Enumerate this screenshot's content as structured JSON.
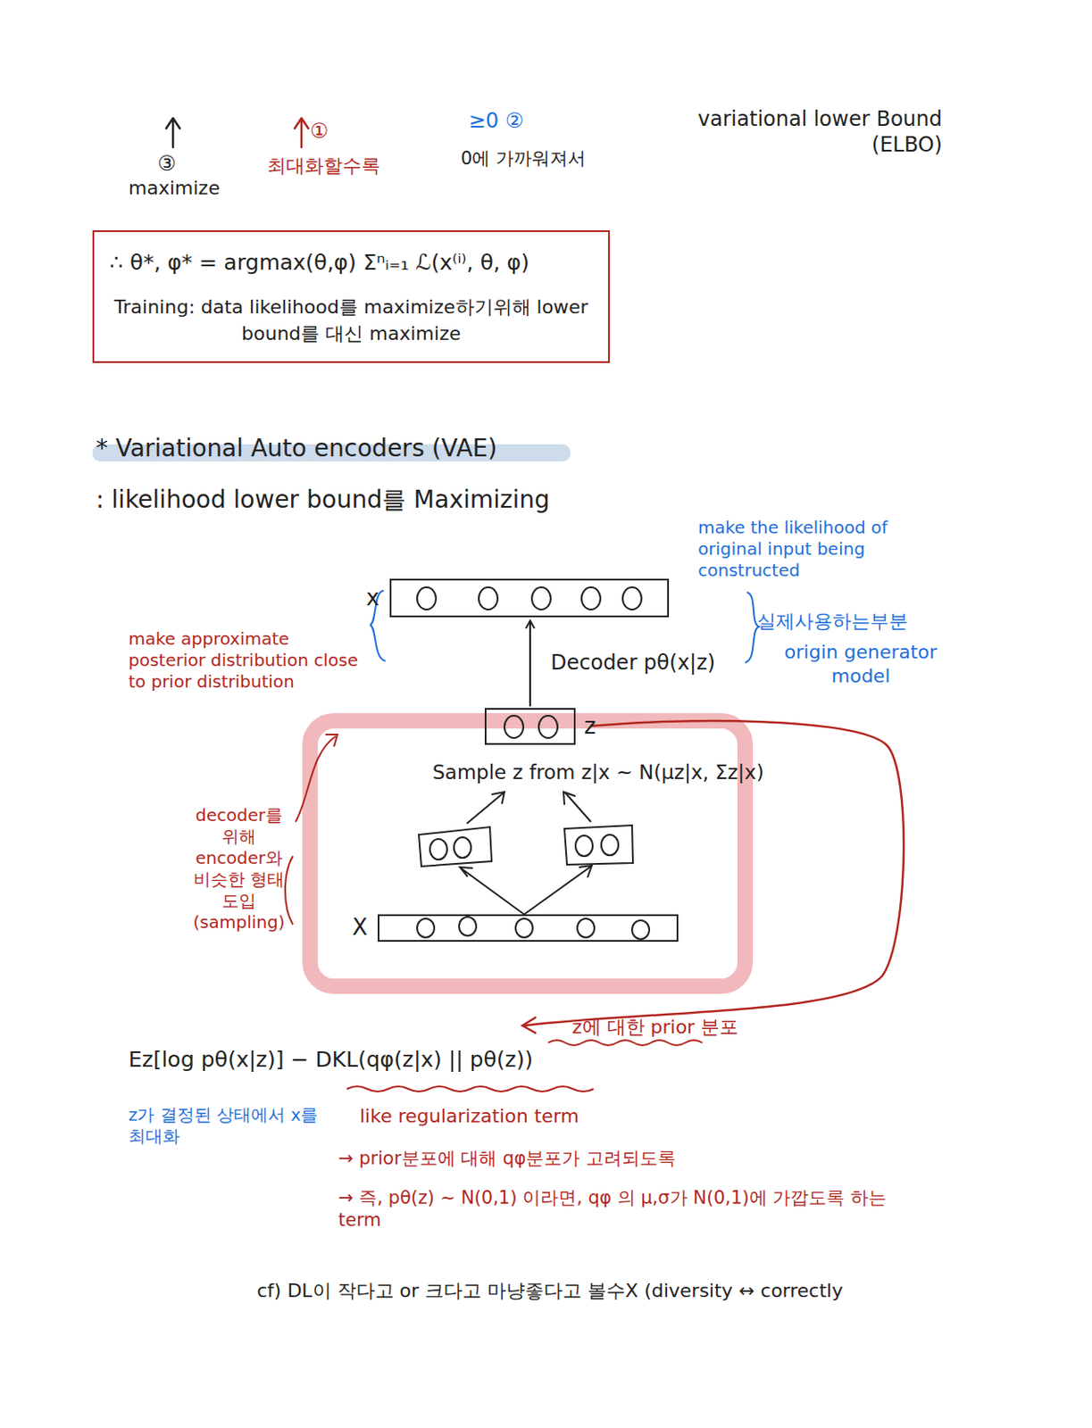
{
  "diagram": {
    "nodes": [
      {
        "text": [
          "∴ θ*, φ* = argmax(θ,φ) Σⁿᵢ₌₁ ℒ(x⁽ⁱ⁾, θ, φ)",
          "Training: data likelihood를 maximize하기위해 lower bound를 대신 maximize"
        ]
      },
      {
        "text": [
          "x"
        ]
      },
      {
        "text": [
          "z"
        ]
      },
      {
        "text": [
          "X"
        ]
      }
    ],
    "edges": [
      {
        "from": 2,
        "to": 1,
        "arrow": "to",
        "label": "Decoder pθ(x|z)"
      }
    ],
    "labels": [
      "③",
      "maximize",
      "①",
      "최대화할수록",
      "≥0 ②",
      "0에 가까워져서",
      "variational lower Bound (ELBO)",
      "* Variational Auto encoders (VAE)",
      ": likelihood lower bound를 Maximizing",
      "make the likelihood of original input being constructed",
      "실제사용하는부분",
      "origin generator model",
      "make approximate posterior distribution close to prior distribution",
      "Sample z from z|x ~ N(μz|x, Σz|x)",
      "decoder를 위해 encoder와 비슷한 형태도입 (sampling)",
      "z에 대한 prior 분포",
      "Ez[log pθ(x|z)] − DKL(qφ(z|x) || pθ(z))",
      "z가 결정된 상태에서 x를 최대화",
      "like regularization term",
      "→ prior분포에 대해 qφ분포가 고려되도록",
      "→ 즉, pθ(z) ~ N(0,1) 이라면, qφ 의 μ,σ가 N(0,1)에 가깝도록 하는 term",
      "cf) DL이 작다고 or 크다고 마냥좋다고 볼수X (diversity ↔ correctly"
    ]
  }
}
